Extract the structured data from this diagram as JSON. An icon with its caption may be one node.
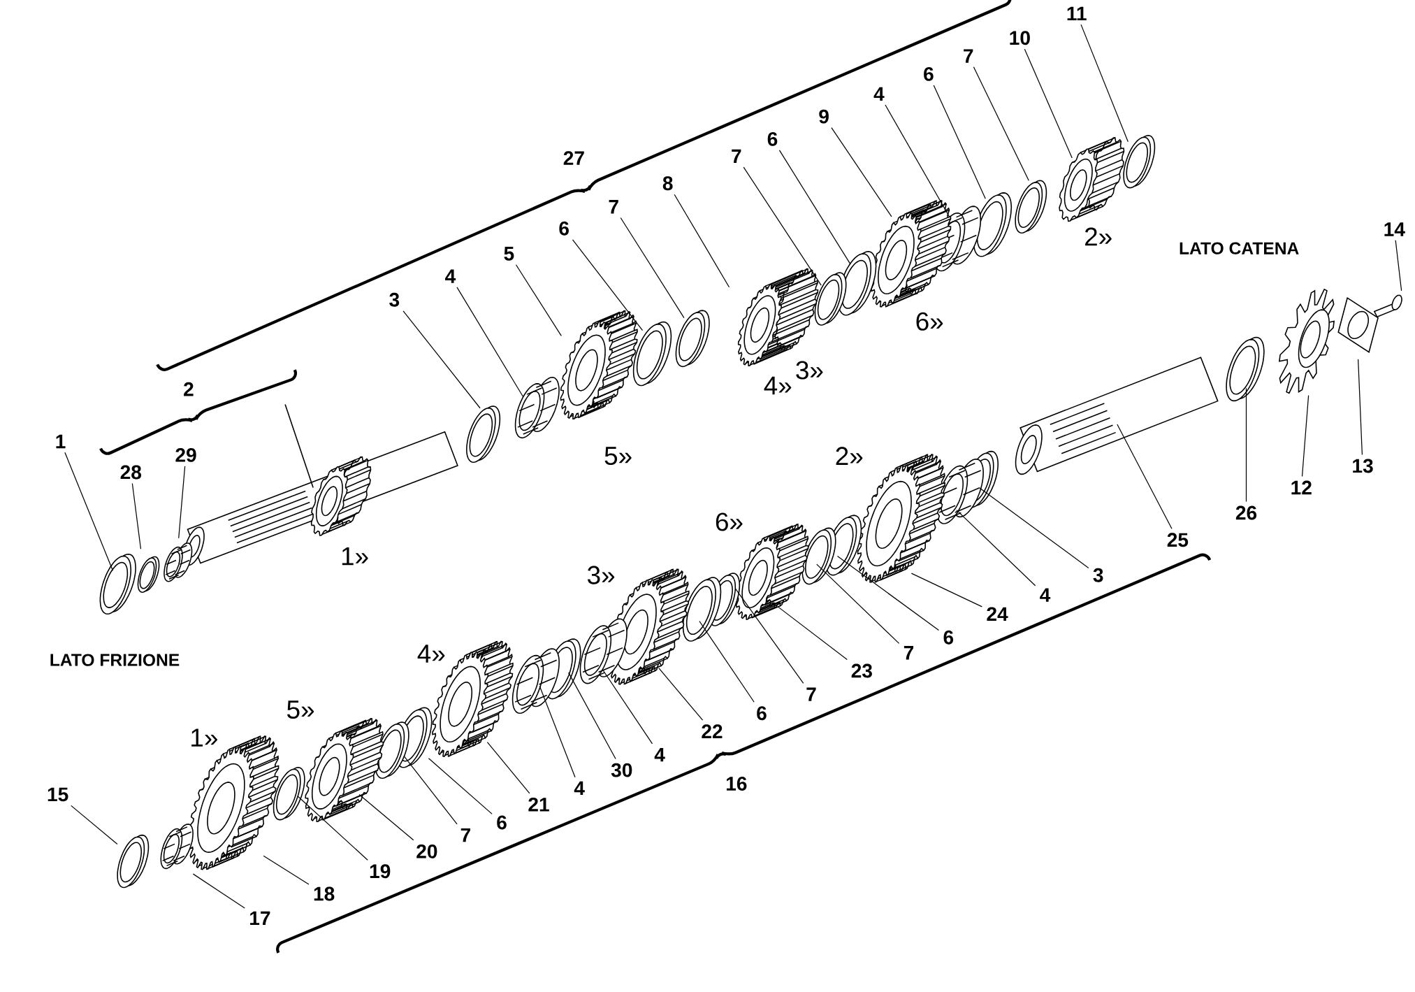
{
  "diagram": {
    "nodes": [
      {
        "text": [
          "1"
        ]
      },
      {
        "text": [
          "28"
        ]
      },
      {
        "text": [
          "29"
        ]
      },
      {
        "text": [
          "3"
        ]
      },
      {
        "text": [
          "4"
        ]
      },
      {
        "text": [
          "5"
        ]
      },
      {
        "text": [
          "6"
        ]
      },
      {
        "text": [
          "7"
        ]
      },
      {
        "text": [
          "8"
        ]
      },
      {
        "text": [
          "7"
        ]
      },
      {
        "text": [
          "6"
        ]
      },
      {
        "text": [
          "9"
        ]
      },
      {
        "text": [
          "4"
        ]
      },
      {
        "text": [
          "6"
        ]
      },
      {
        "text": [
          "7"
        ]
      },
      {
        "text": [
          "10"
        ]
      },
      {
        "text": [
          "11"
        ]
      },
      {
        "text": [
          "14"
        ]
      },
      {
        "text": [
          "13"
        ]
      },
      {
        "text": [
          "12"
        ]
      },
      {
        "text": [
          "26"
        ]
      },
      {
        "text": [
          "25"
        ]
      },
      {
        "text": [
          "3"
        ]
      },
      {
        "text": [
          "4"
        ]
      },
      {
        "text": [
          "24"
        ]
      },
      {
        "text": [
          "6"
        ]
      },
      {
        "text": [
          "7"
        ]
      },
      {
        "text": [
          "23"
        ]
      },
      {
        "text": [
          "7"
        ]
      },
      {
        "text": [
          "6"
        ]
      },
      {
        "text": [
          "22"
        ]
      },
      {
        "text": [
          "4"
        ]
      },
      {
        "text": [
          "30"
        ]
      },
      {
        "text": [
          "4"
        ]
      },
      {
        "text": [
          "21"
        ]
      },
      {
        "text": [
          "6"
        ]
      },
      {
        "text": [
          "7"
        ]
      },
      {
        "text": [
          "20"
        ]
      },
      {
        "text": [
          "19"
        ]
      },
      {
        "text": [
          "18"
        ]
      },
      {
        "text": [
          "17"
        ]
      },
      {
        "text": [
          "15"
        ]
      }
    ],
    "edges": [
      {
        "from": 0,
        "to": null,
        "arrow": "none"
      },
      {
        "from": 1,
        "to": null,
        "arrow": "none"
      },
      {
        "from": 2,
        "to": null,
        "arrow": "none"
      },
      {
        "from": 3,
        "to": null,
        "arrow": "none"
      },
      {
        "from": 4,
        "to": null,
        "arrow": "none"
      },
      {
        "from": 5,
        "to": null,
        "arrow": "none"
      },
      {
        "from": 6,
        "to": null,
        "arrow": "none"
      },
      {
        "from": 7,
        "to": null,
        "arrow": "none"
      },
      {
        "from": 8,
        "to": null,
        "arrow": "none"
      },
      {
        "from": 9,
        "to": null,
        "arrow": "none"
      },
      {
        "from": 10,
        "to": null,
        "arrow": "none"
      },
      {
        "from": 11,
        "to": null,
        "arrow": "none"
      },
      {
        "from": 12,
        "to": null,
        "arrow": "none"
      },
      {
        "from": 13,
        "to": null,
        "arrow": "none"
      },
      {
        "from": 14,
        "to": null,
        "arrow": "none"
      },
      {
        "from": 15,
        "to": null,
        "arrow": "none"
      },
      {
        "from": 16,
        "to": null,
        "arrow": "none"
      },
      {
        "from": 17,
        "to": null,
        "arrow": "none"
      },
      {
        "from": 18,
        "to": null,
        "arrow": "none"
      },
      {
        "from": 19,
        "to": null,
        "arrow": "none"
      },
      {
        "from": 20,
        "to": null,
        "arrow": "none"
      },
      {
        "from": 21,
        "to": null,
        "arrow": "none"
      },
      {
        "from": 22,
        "to": null,
        "arrow": "none"
      },
      {
        "from": 23,
        "to": null,
        "arrow": "none"
      },
      {
        "from": 24,
        "to": null,
        "arrow": "none"
      },
      {
        "from": 25,
        "to": null,
        "arrow": "none"
      },
      {
        "from": 26,
        "to": null,
        "arrow": "none"
      },
      {
        "from": 27,
        "to": null,
        "arrow": "none"
      },
      {
        "from": 28,
        "to": null,
        "arrow": "none"
      },
      {
        "from": 29,
        "to": null,
        "arrow": "none"
      },
      {
        "from": 30,
        "to": null,
        "arrow": "none"
      },
      {
        "from": 31,
        "to": null,
        "arrow": "none"
      },
      {
        "from": 32,
        "to": null,
        "arrow": "none"
      },
      {
        "from": 33,
        "to": null,
        "arrow": "none"
      },
      {
        "from": 34,
        "to": null,
        "arrow": "none"
      },
      {
        "from": 35,
        "to": null,
        "arrow": "none"
      },
      {
        "from": 36,
        "to": null,
        "arrow": "none"
      },
      {
        "from": 37,
        "to": null,
        "arrow": "none"
      },
      {
        "from": 38,
        "to": null,
        "arrow": "none"
      },
      {
        "from": 39,
        "to": null,
        "arrow": "none"
      },
      {
        "from": 40,
        "to": null,
        "arrow": "none"
      },
      {
        "from": 41,
        "to": null,
        "arrow": "none"
      }
    ],
    "labels": [
      "27",
      "2»",
      "LATO  CATENA",
      "6»",
      "3»",
      "4»",
      "2",
      "5»",
      "2»",
      "6»",
      "1»",
      "3»",
      "4»",
      "LATO FRIZIONE",
      "5»",
      "1»",
      "16"
    ]
  }
}
